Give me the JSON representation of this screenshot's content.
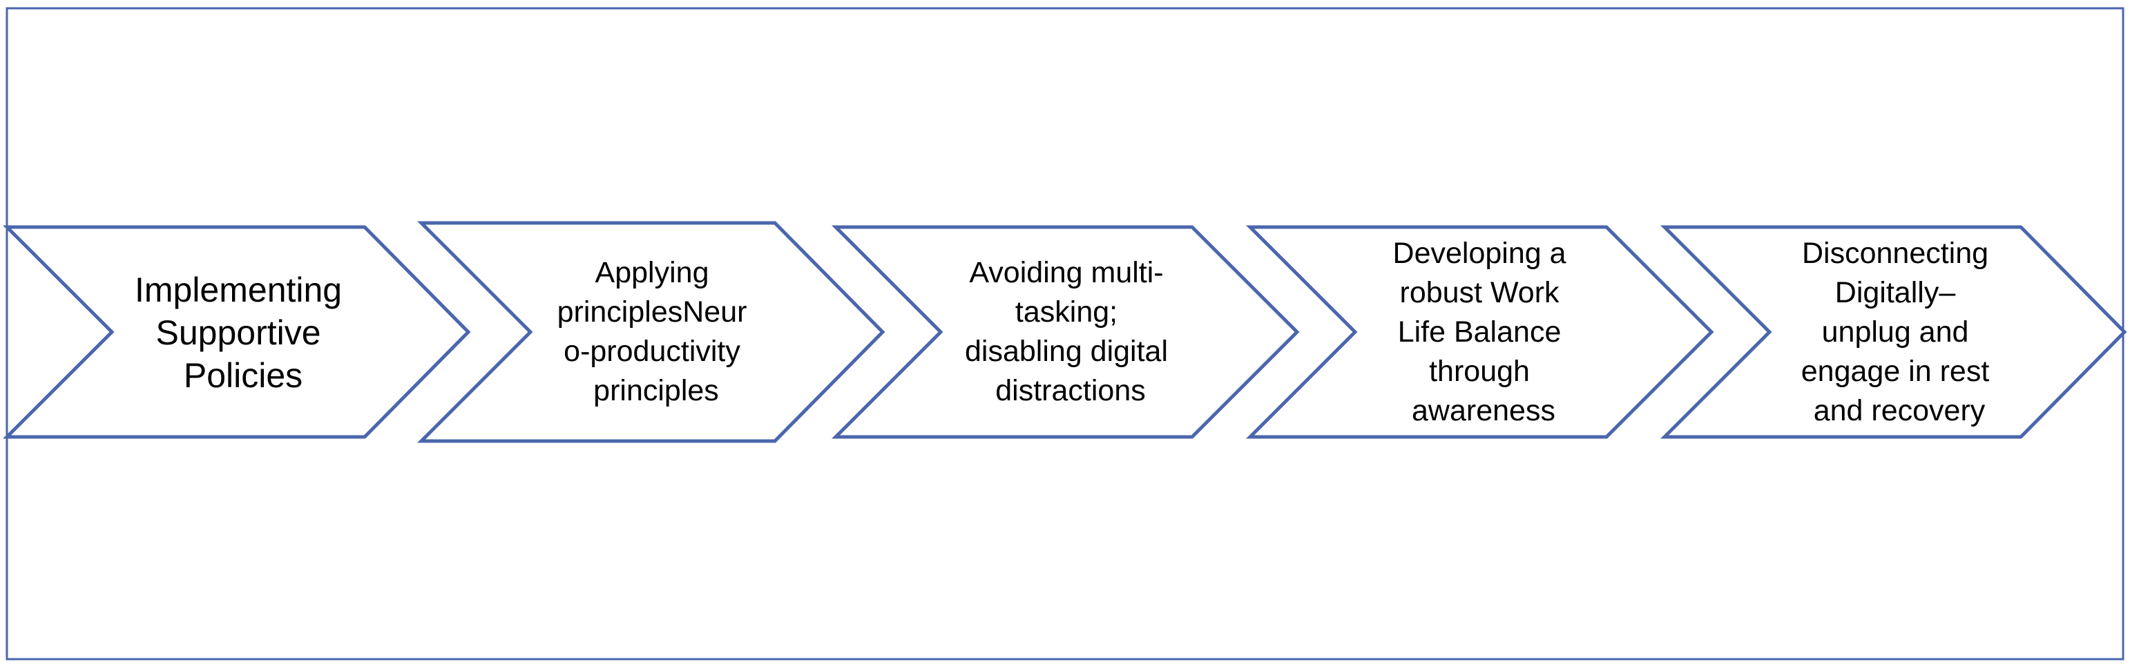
{
  "steps": [
    {
      "lines": [
        "Implementing",
        "Supportive",
        "Policies"
      ]
    },
    {
      "lines": [
        "Applying",
        "principlesNeur",
        "o-productivity",
        "principles"
      ]
    },
    {
      "lines": [
        "Avoiding multi-",
        "tasking;",
        "disabling digital",
        "distractions"
      ]
    },
    {
      "lines": [
        "Developing a",
        "robust Work",
        "Life Balance",
        "through",
        "awareness"
      ]
    },
    {
      "lines": [
        "Disconnecting",
        "Digitally–",
        "unplug and",
        "engage in rest",
        "and recovery"
      ]
    }
  ],
  "colors": {
    "outline": "#4a66ad",
    "fill": "#ffffff",
    "text": "#000000"
  }
}
